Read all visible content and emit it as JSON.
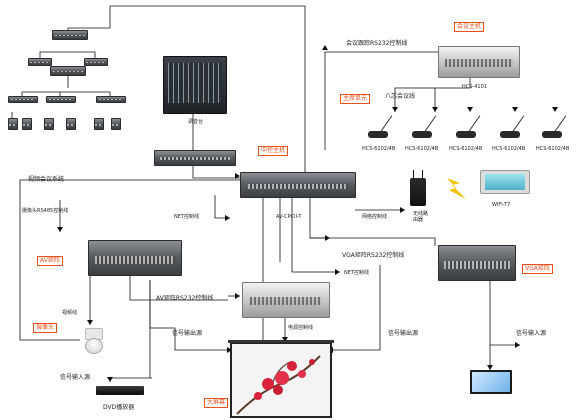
{
  "labels": {
    "mixer": "调音台",
    "video_conf": "视频会议系统",
    "camera_rs485": "摄像头RS485控制线",
    "net_ctrl_left": "NET控制线",
    "central_model": "AV-CPCII-T",
    "net_ctrl_right": "网络控制线",
    "wireless_router": "无线路\n由器",
    "wifi_panel": "WIFI-T7",
    "conf_rs232": "会议跟踪RS232控制线",
    "conf_host_model": "HCS-4101",
    "eight_core": "八芯会议线",
    "mic_1": "HCS-6102/4B",
    "mic_2": "HCS-6102/4B",
    "mic_3": "HCS-6102/4B",
    "mic_4": "HCS-6102/4B",
    "mic_5": "HCS-6102/4B",
    "vga_rs232": "VGA矩阵RS232控制线",
    "net_ctrl_mid": "NET控制线",
    "av_rs232": "AV矩阵RS232控制线",
    "video_line": "视频线",
    "signal_out_left": "信号输出源",
    "power_ctrl": "电源控制线",
    "signal_out_right": "信号输出源",
    "signal_in_right": "信号输入源",
    "signal_in_left": "信号输入源",
    "dvd": "DVD播放器"
  },
  "tags": {
    "central_host": "中控主机",
    "conf_host": "会议主机",
    "chairman": "主席单元",
    "av_matrix": "AV矩阵",
    "vga_matrix": "VGA矩阵",
    "camera": "摄像头",
    "big_screen": "大屏幕"
  }
}
